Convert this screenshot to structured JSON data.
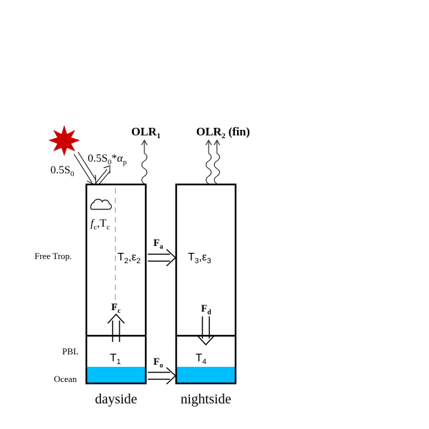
{
  "colors": {
    "sun": "#cc0000",
    "ocean": "#00bfff",
    "box_stroke": "#000000",
    "dashed_divider": "#b0b0b0"
  },
  "icons": {
    "sun": "red-star-icon",
    "cloud": "cloud-icon",
    "longwave": "wavy-arrow-icon"
  },
  "incoming": {
    "base": "0.5S",
    "sub": "0"
  },
  "reflected": {
    "base": "0.5S",
    "sub": "0",
    "op": "*",
    "alpha": "α",
    "alpha_sub": "p"
  },
  "olr1": {
    "base": "OLR",
    "sub": "1"
  },
  "olr2": {
    "base": "OLR",
    "sub": "2",
    "suffix": " (fin)"
  },
  "cloud_params": {
    "f": "f",
    "f_sub": "c",
    "sep": ",T",
    "t_sub": "c"
  },
  "layers": {
    "free_trop": "Free Trop.",
    "pbl": "PBL",
    "ocean": "Ocean"
  },
  "dayside": {
    "label": "dayside",
    "ft": {
      "T": "T",
      "T_sub": "2",
      "sep": ",ε",
      "e_sub": "2"
    },
    "pbl": {
      "T": "T",
      "T_sub": "1"
    }
  },
  "nightside": {
    "label": "nightside",
    "ft": {
      "T": "T",
      "T_sub": "3",
      "sep": ",ε",
      "e_sub": "3"
    },
    "pbl": {
      "T": "T",
      "T_sub": "4"
    }
  },
  "fluxes": {
    "fa": {
      "base": "F",
      "sub": "a"
    },
    "fo": {
      "base": "F",
      "sub": "o"
    },
    "fc": {
      "base": "F",
      "sub": "c"
    },
    "fd": {
      "base": "F",
      "sub": "d"
    }
  }
}
